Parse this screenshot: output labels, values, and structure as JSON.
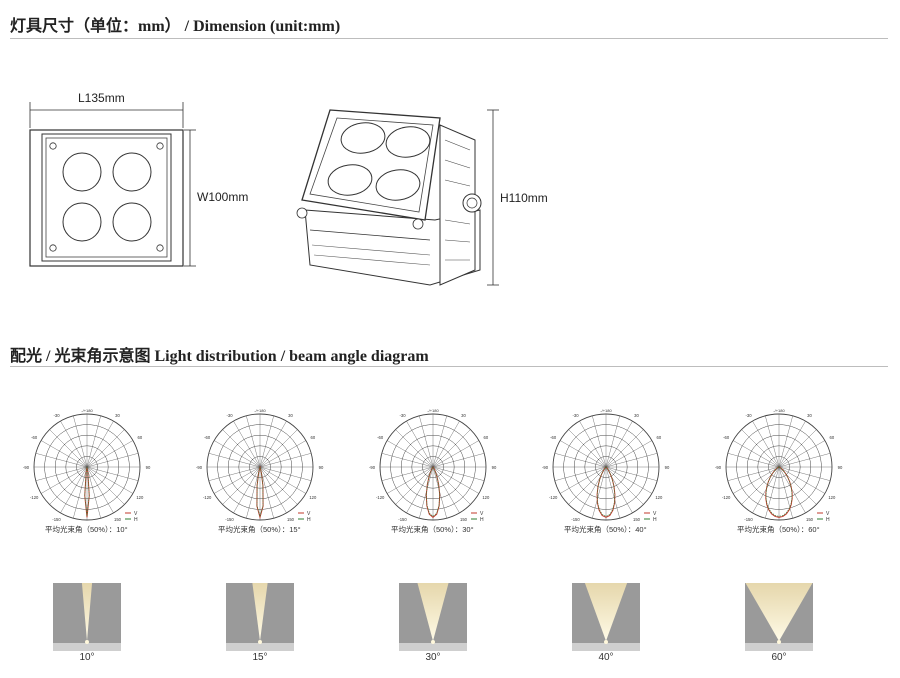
{
  "header": {
    "dimension_title": "灯具尺寸（单位：mm） / Dimension (unit:mm)",
    "light_title": "配光 / 光束角示意图   Light distribution / beam angle diagram"
  },
  "dimensions": {
    "length": "L135mm",
    "width": "W100mm",
    "height": "H110mm"
  },
  "polar": {
    "tick_labels": [
      "-150",
      "150",
      "-120",
      "120",
      "-90",
      "90",
      "-60",
      "60",
      "-30",
      "30"
    ],
    "top_label": "-/+180",
    "legend": [
      "V",
      "H"
    ],
    "series_colors": {
      "V": "#c0392b",
      "H": "#2e7d32"
    }
  },
  "beams": [
    {
      "caption": "平均光束角（50%）：10°",
      "angle": 10,
      "label": "10°"
    },
    {
      "caption": "平均光束角（50%）：15°",
      "angle": 15,
      "label": "15°"
    },
    {
      "caption": "平均光束角（50%）：30°",
      "angle": 30,
      "label": "30°"
    },
    {
      "caption": "平均光束角（50%）：40°",
      "angle": 40,
      "label": "40°"
    },
    {
      "caption": "平均光束角（50%）：60°",
      "angle": 60,
      "label": "60°"
    }
  ]
}
